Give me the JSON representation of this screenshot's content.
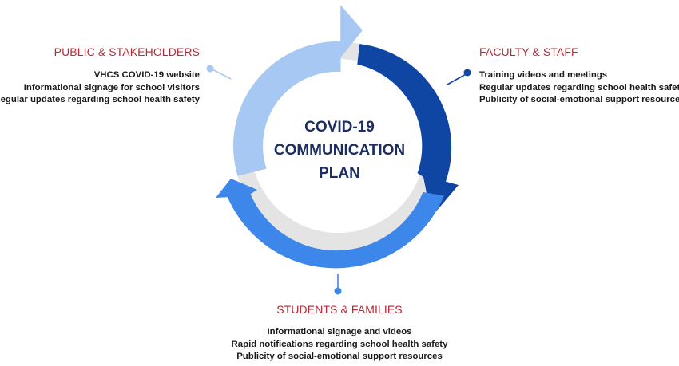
{
  "center": {
    "line1": "COVID-19",
    "line2": "COMMUNICATION",
    "line3": "PLAN"
  },
  "colors": {
    "title": "#1c2d63",
    "heading": "#b52a35",
    "arrow_public": "#a6c8f3",
    "arrow_faculty": "#0f46a4",
    "arrow_students": "#3d86ea",
    "ring": "#e4e4e4"
  },
  "groups": {
    "public": {
      "heading": "PUBLIC & STAKEHOLDERS",
      "items": [
        "VHCS COVID-19 website",
        "Informational signage for school visitors",
        "Regular updates regarding school health safety"
      ]
    },
    "faculty": {
      "heading": "FACULTY & STAFF",
      "items": [
        "Training videos and meetings",
        "Regular updates regarding school health safety",
        "Publicity of social-emotional support resources"
      ]
    },
    "students": {
      "heading": "STUDENTS & FAMILIES",
      "items": [
        "Informational signage and videos",
        "Rapid notifications regarding school health safety",
        "Publicity of social-emotional support resources"
      ]
    }
  }
}
